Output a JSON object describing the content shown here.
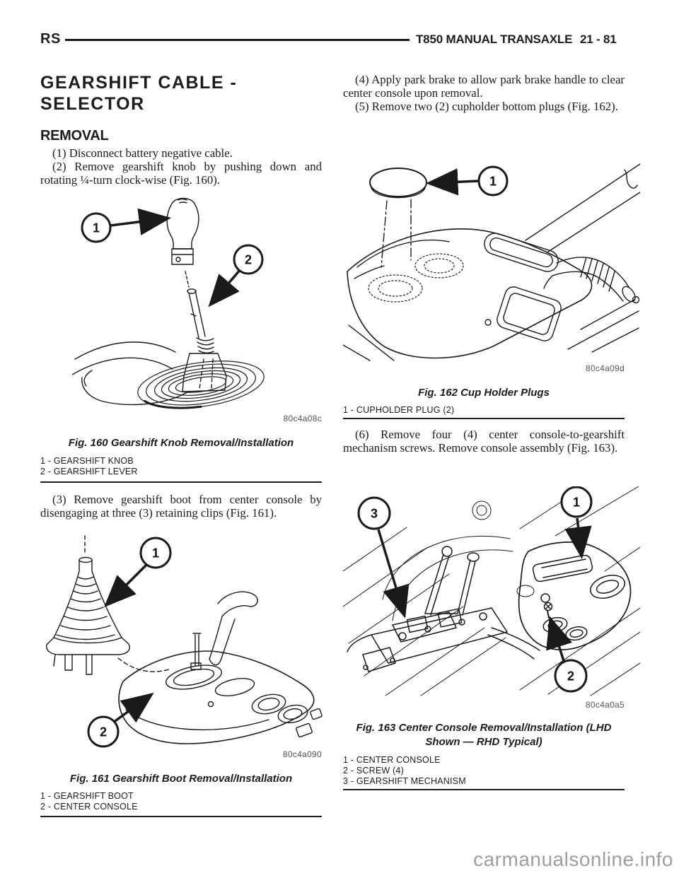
{
  "header": {
    "edition": "RS",
    "manual_title": "T850 MANUAL TRANSAXLE",
    "page_number": "21 - 81"
  },
  "article": {
    "title_line1": "GEARSHIFT CABLE -",
    "title_line2": "SELECTOR",
    "removal_heading": "REMOVAL",
    "step1": "(1) Disconnect battery negative cable.",
    "step2": "(2) Remove gearshift knob by pushing down and rotating ¼-turn clock-wise (Fig. 160).",
    "step3": "(3) Remove gearshift boot from center console by disengaging at three (3) retaining clips (Fig. 161).",
    "step4": "(4) Apply park brake to allow park brake handle to clear center console upon removal.",
    "step5": "(5) Remove two (2) cupholder bottom plugs (Fig. 162).",
    "step6": "(6) Remove four (4) center console-to-gearshift mechanism screws. Remove console assembly (Fig. 163)."
  },
  "figures": {
    "fig160": {
      "code": "80c4a08c",
      "caption": "Fig. 160 Gearshift Knob Removal/Installation",
      "legend": [
        "1 - GEARSHIFT KNOB",
        "2 - GEARSHIFT LEVER"
      ],
      "callouts": [
        "1",
        "2"
      ]
    },
    "fig161": {
      "code": "80c4a090",
      "caption": "Fig. 161 Gearshift Boot Removal/Installation",
      "legend": [
        "1 - GEARSHIFT BOOT",
        "2 - CENTER CONSOLE"
      ],
      "callouts": [
        "1",
        "2"
      ]
    },
    "fig162": {
      "code": "80c4a09d",
      "caption": "Fig. 162 Cup Holder Plugs",
      "legend": [
        "1 - CUPHOLDER PLUG (2)"
      ],
      "callouts": [
        "1"
      ]
    },
    "fig163": {
      "code": "80c4a0a5",
      "caption_line1": "Fig. 163 Center Console Removal/Installation (LHD",
      "caption_line2": "Shown — RHD Typical)",
      "legend": [
        "1 - CENTER CONSOLE",
        "2 - SCREW (4)",
        "3 - GEARSHIFT MECHANISM"
      ],
      "callouts": [
        "1",
        "2",
        "3"
      ]
    }
  },
  "watermark": {
    "text": "carmanualsonline.info"
  }
}
